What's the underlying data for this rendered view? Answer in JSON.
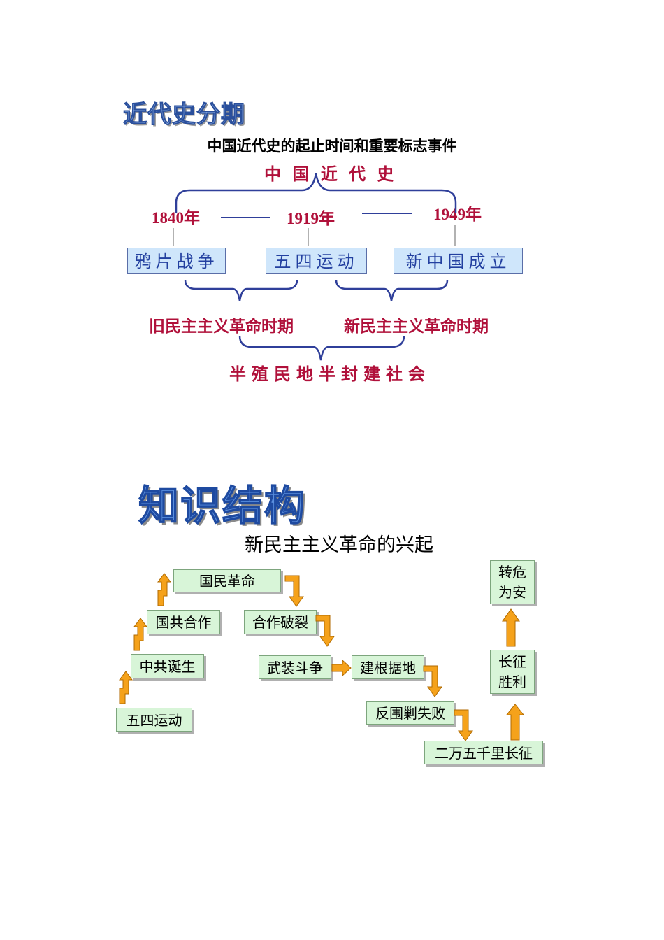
{
  "section1": {
    "heading": "近代史分期",
    "subtitle": "中国近代史的起止时间和重要标志事件",
    "period_label": "中 国 近 代 史",
    "years": [
      "1840年",
      "1919年",
      "1949年"
    ],
    "events": [
      "鸦片战争",
      "五四运动",
      "新中国成立"
    ],
    "stages": [
      "旧民主主义革命时期",
      "新民主主义革命时期"
    ],
    "society": "半殖民地半封建社会"
  },
  "section2": {
    "heading": "知识结构",
    "flow_title": "新民主主义革命的兴起",
    "nodes": {
      "wusi": "五四运动",
      "zhonggong": "中共诞生",
      "guogong": "国共合作",
      "guomin": "国民革命",
      "polie": "合作破裂",
      "douzheng": "武装斗争",
      "genju": "建根据地",
      "fanweijiao": "反围剿失败",
      "changzheng": "二万五千里长征",
      "shengli_1": "长征",
      "shengli_2": "胜利",
      "zhuanwei_1": "转危",
      "zhuanwei_2": "为安"
    }
  },
  "colors": {
    "accent_red": "#b0103a",
    "brace_blue": "#2f3f9a",
    "node_green": "#d8f5d8",
    "arrow_orange": "#f5a21b",
    "event_blue": "#cfe6fb"
  }
}
